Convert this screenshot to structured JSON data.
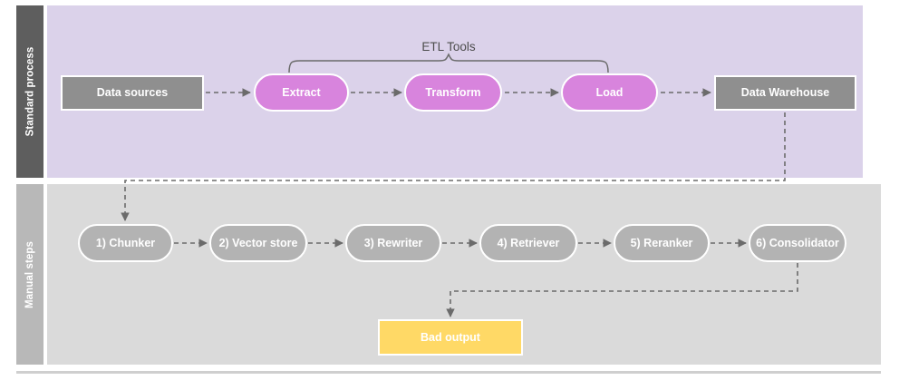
{
  "diagram": {
    "title_visible": false,
    "colors": {
      "lane_top_header_bg": "#5e5e5e",
      "lane_top_body_bg": "#dbd2ea",
      "lane_bottom_header_bg": "#b8b8b8",
      "lane_bottom_body_bg": "#dadada",
      "node_gray": "#8f8f8f",
      "node_magenta": "#d884dd",
      "node_softgray": "#b3b3b3",
      "node_yellow": "#ffd966",
      "connector": "#6b6b6b",
      "node_text": "#ffffff",
      "bracket_label_text": "#4d4d4d"
    },
    "lanes": [
      {
        "id": "standard-process",
        "label": "Standard process",
        "nodes": [
          {
            "id": "data-sources",
            "label": "Data sources",
            "shape": "rect",
            "color": "gray"
          },
          {
            "id": "extract",
            "label": "Extract",
            "shape": "pill",
            "color": "magenta"
          },
          {
            "id": "transform",
            "label": "Transform",
            "shape": "pill",
            "color": "magenta"
          },
          {
            "id": "load",
            "label": "Load",
            "shape": "pill",
            "color": "magenta"
          },
          {
            "id": "data-warehouse",
            "label": "Data Warehouse",
            "shape": "rect",
            "color": "gray"
          }
        ],
        "bracket": {
          "label": "ETL Tools",
          "spans": [
            "extract",
            "transform",
            "load"
          ]
        }
      },
      {
        "id": "manual-steps",
        "label": "Manual steps",
        "nodes": [
          {
            "id": "chunker",
            "label": "1) Chunker",
            "shape": "pill",
            "color": "softgray"
          },
          {
            "id": "vector-store",
            "label": "2) Vector store",
            "shape": "pill",
            "color": "softgray"
          },
          {
            "id": "rewriter",
            "label": "3) Rewriter",
            "shape": "pill",
            "color": "softgray"
          },
          {
            "id": "retriever",
            "label": "4) Retriever",
            "shape": "pill",
            "color": "softgray"
          },
          {
            "id": "reranker",
            "label": "5) Reranker",
            "shape": "pill",
            "color": "softgray"
          },
          {
            "id": "consolidator",
            "label": "6) Consolidator",
            "shape": "pill",
            "color": "softgray"
          },
          {
            "id": "bad-output",
            "label": "Bad output",
            "shape": "rect",
            "color": "yellow"
          }
        ]
      }
    ],
    "edges": [
      {
        "from": "data-sources",
        "to": "extract",
        "style": "dashed-arrow"
      },
      {
        "from": "extract",
        "to": "transform",
        "style": "dashed-arrow"
      },
      {
        "from": "transform",
        "to": "load",
        "style": "dashed-arrow"
      },
      {
        "from": "load",
        "to": "data-warehouse",
        "style": "dashed-arrow"
      },
      {
        "from": "data-warehouse",
        "to": "chunker",
        "style": "dashed-elbow-arrow"
      },
      {
        "from": "chunker",
        "to": "vector-store",
        "style": "dashed-arrow"
      },
      {
        "from": "vector-store",
        "to": "rewriter",
        "style": "dashed-arrow"
      },
      {
        "from": "rewriter",
        "to": "retriever",
        "style": "dashed-arrow"
      },
      {
        "from": "retriever",
        "to": "reranker",
        "style": "dashed-arrow"
      },
      {
        "from": "reranker",
        "to": "consolidator",
        "style": "dashed-arrow"
      },
      {
        "from": "consolidator",
        "to": "bad-output",
        "style": "dashed-elbow-arrow"
      }
    ]
  }
}
